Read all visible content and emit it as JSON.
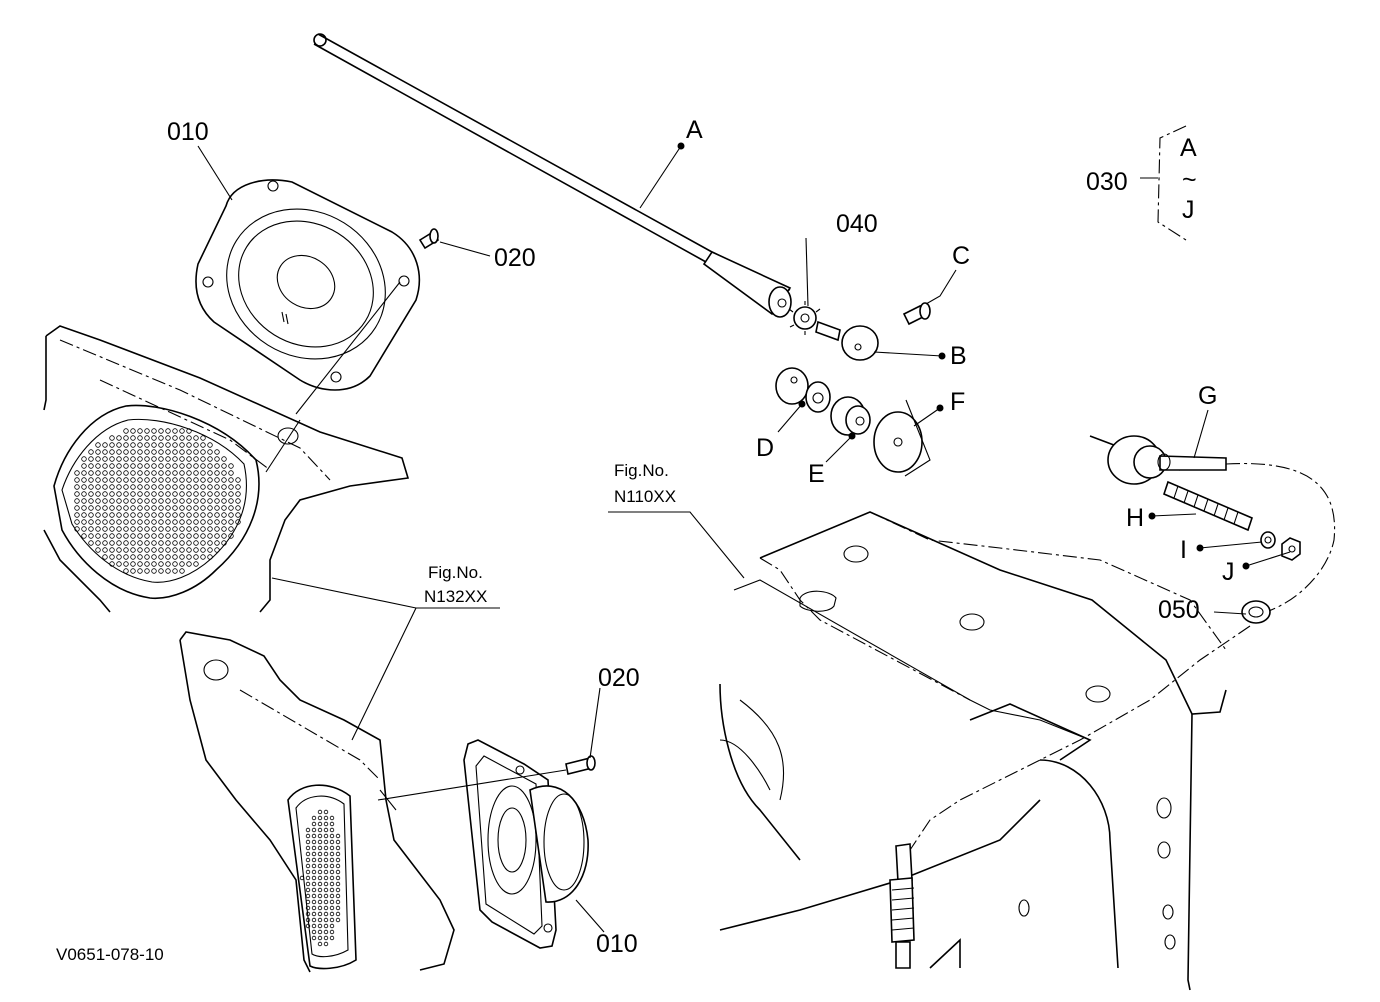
{
  "labels": {
    "part_010_top": "010",
    "part_010_bottom": "010",
    "part_020_top": "020",
    "part_020_bottom": "020",
    "part_030": "030",
    "part_040": "040",
    "part_050": "050",
    "range_start": "A",
    "range_sep": "~",
    "range_end": "J",
    "A": "A",
    "B": "B",
    "C": "C",
    "D": "D",
    "E": "E",
    "F": "F",
    "G": "G",
    "H": "H",
    "I": "I",
    "J": "J"
  },
  "fig_refs": [
    {
      "line1": "Fig.No.",
      "line2": "N110XX"
    },
    {
      "line1": "Fig.No.",
      "line2": "N132XX"
    }
  ],
  "drawing_code": "V0651-078-10"
}
